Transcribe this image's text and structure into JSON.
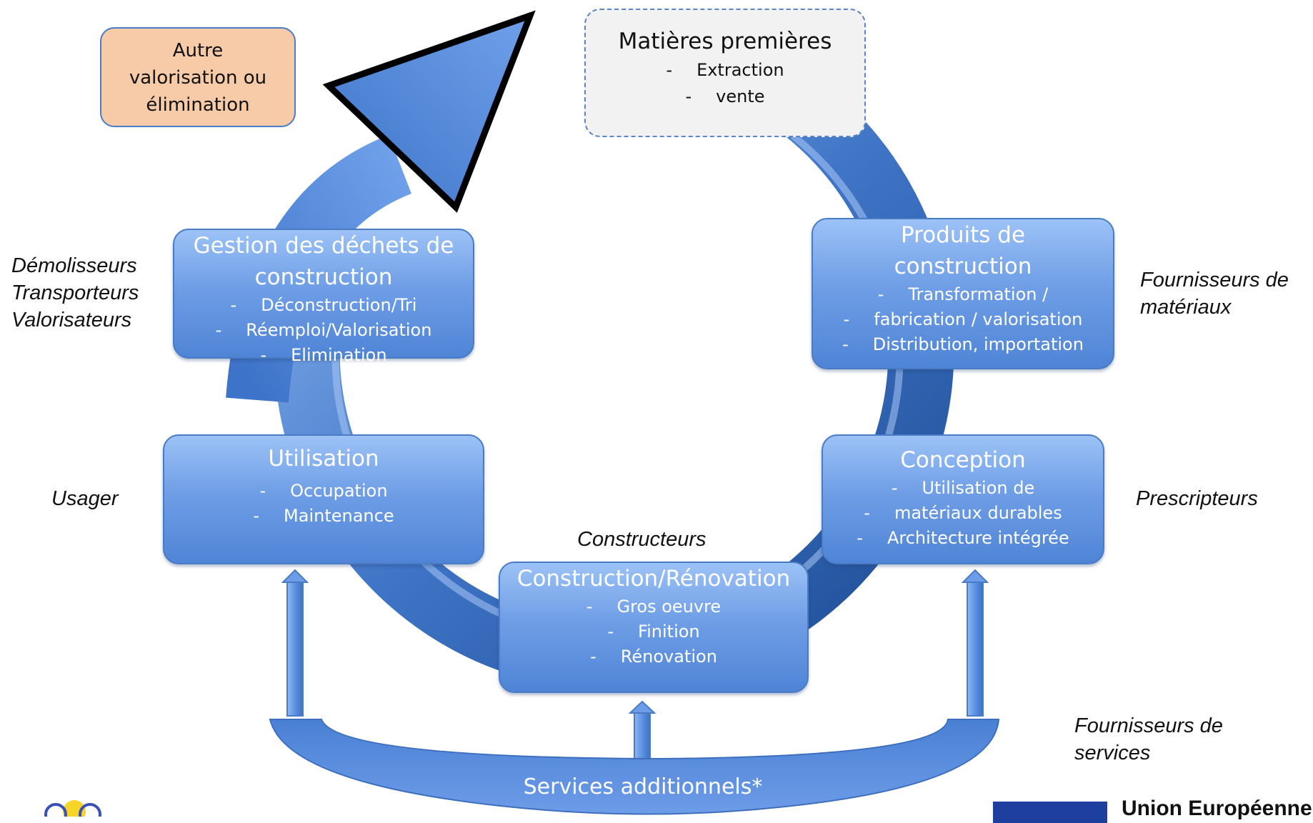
{
  "diagram": {
    "raw_materials": {
      "title": "Matières premières",
      "items": [
        "Extraction",
        "vente"
      ]
    },
    "other_recovery": {
      "lines": [
        "Autre",
        "valorisation ou",
        "élimination"
      ]
    },
    "waste_management": {
      "title_lines": [
        "Gestion des déchets de",
        "construction"
      ],
      "items": [
        "Déconstruction/Tri",
        "Réemploi/Valorisation",
        "Elimination"
      ]
    },
    "construction_products": {
      "title_lines": [
        "Produits de",
        "construction"
      ],
      "items": [
        "Transformation /",
        "fabrication / valorisation",
        "Distribution, importation"
      ]
    },
    "use": {
      "title": "Utilisation",
      "items": [
        "Occupation",
        "Maintenance"
      ]
    },
    "design": {
      "title": "Conception",
      "items": [
        "Utilisation de",
        "matériaux durables",
        "Architecture intégrée"
      ]
    },
    "construction": {
      "title": "Construction/Rénovation",
      "items": [
        "Gros oeuvre",
        "Finition",
        "Rénovation"
      ]
    },
    "services": {
      "label": "Services additionnels*"
    },
    "actors": {
      "waste": [
        "Démolisseurs",
        "Transporteurs",
        "Valorisateurs"
      ],
      "products": [
        "Fournisseurs de",
        "matériaux"
      ],
      "user": "Usager",
      "designers": "Prescripteurs",
      "builders": "Constructeurs",
      "services": [
        "Fournisseurs de",
        "services"
      ]
    },
    "footer": {
      "eu_label": "Union Européenne"
    },
    "colors": {
      "box": "#6f9ee6",
      "ring": "#4a7fd0",
      "raw_bg": "#f2f2f2",
      "other_bg": "#f8cba8"
    }
  }
}
